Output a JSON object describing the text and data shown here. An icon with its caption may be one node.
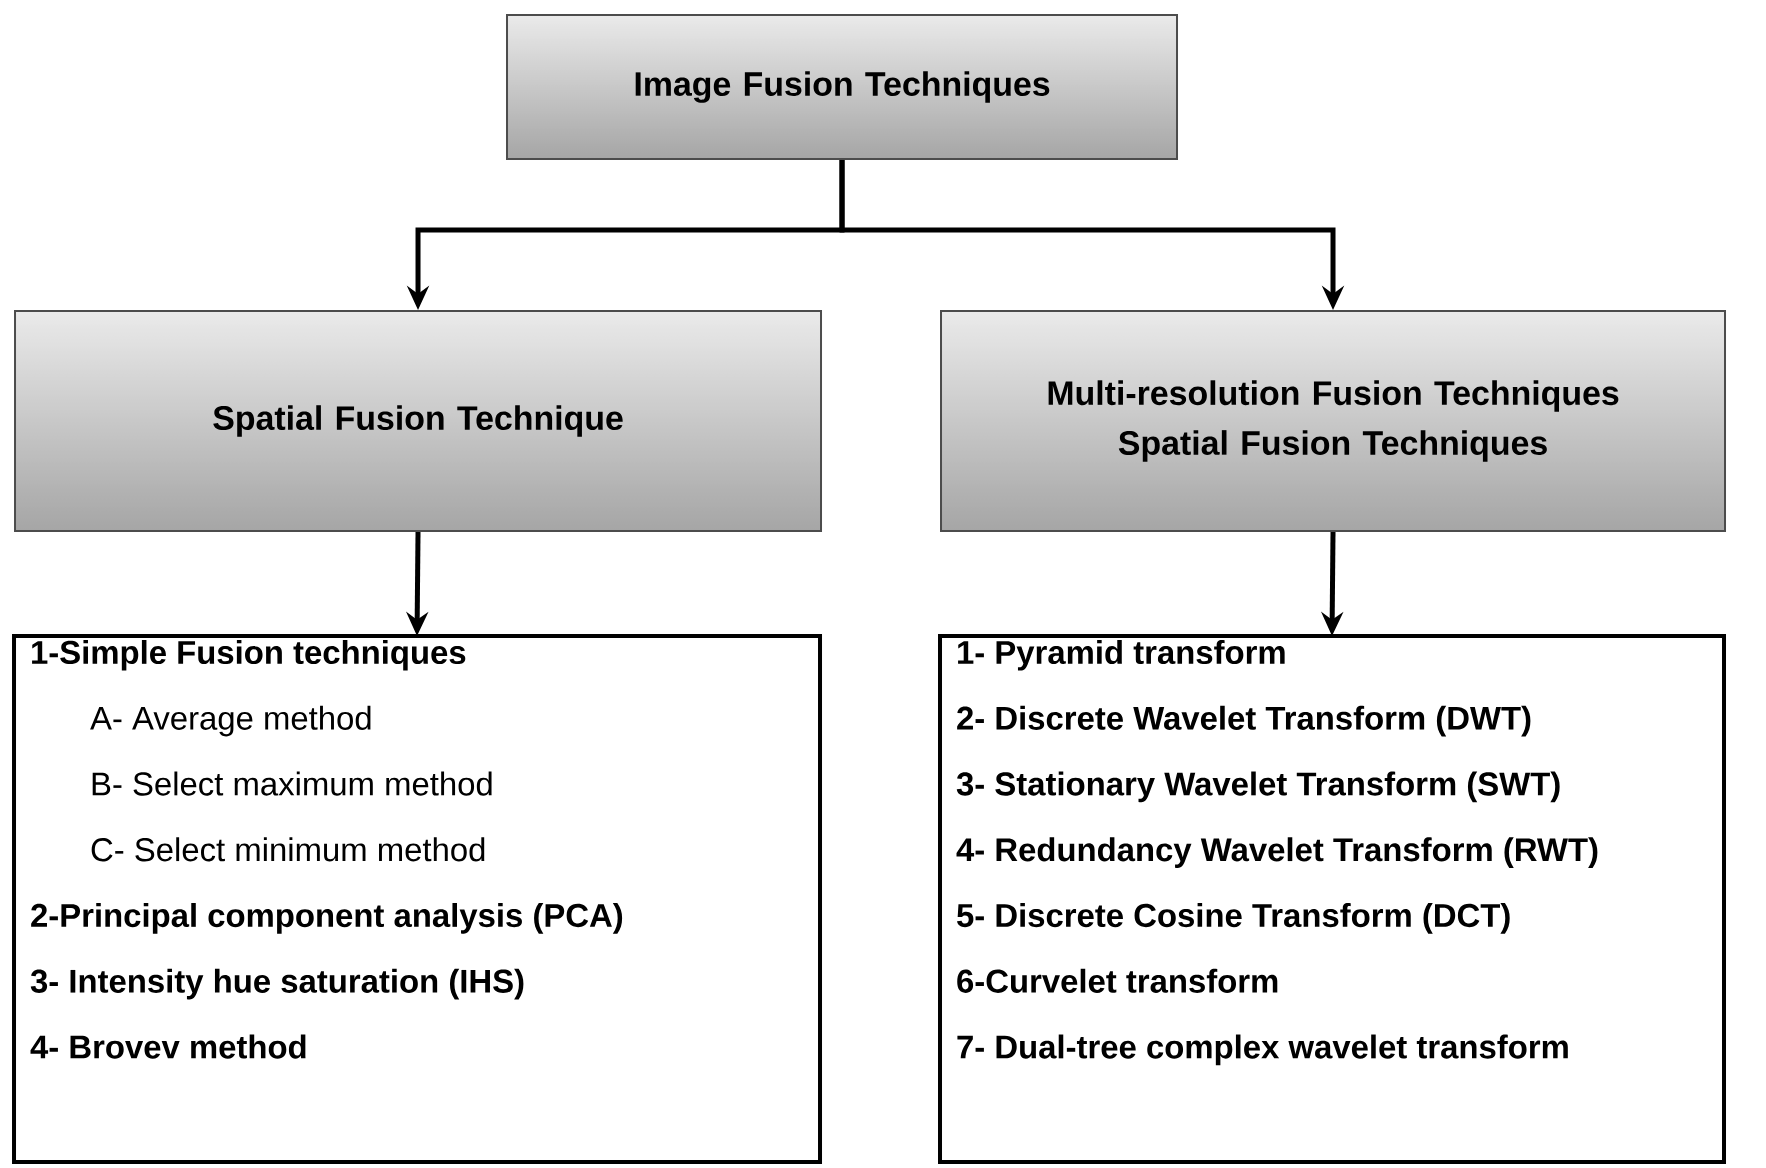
{
  "diagram": {
    "nodes": [
      {
        "text": [
          "Image Fusion Techniques"
        ]
      },
      {
        "text": [
          "Spatial Fusion Technique"
        ]
      },
      {
        "text": [
          "Multi-resolution Fusion Techniques",
          "Spatial Fusion Techniques"
        ]
      },
      {
        "text": [
          "1-Simple Fusion techniques",
          "A- Average method",
          "B- Select maximum method",
          "C- Select minimum method",
          "2-Principal component analysis (PCA)",
          "3- Intensity hue saturation (IHS)",
          "4- Brovev method"
        ]
      },
      {
        "text": [
          "1- Pyramid transform",
          "2- Discrete Wavelet Transform (DWT)",
          "3- Stationary Wavelet Transform (SWT)",
          "4- Redundancy Wavelet Transform (RWT)",
          "5- Discrete Cosine Transform (DCT)",
          "6-Curvelet transform",
          "7- Dual-tree complex wavelet transform"
        ]
      }
    ],
    "edges": [
      {
        "from": 0,
        "to": 1,
        "arrow": "to"
      },
      {
        "from": 0,
        "to": 2,
        "arrow": "to"
      },
      {
        "from": 1,
        "to": 3,
        "arrow": "to"
      },
      {
        "from": 2,
        "to": 4,
        "arrow": "to"
      }
    ]
  }
}
